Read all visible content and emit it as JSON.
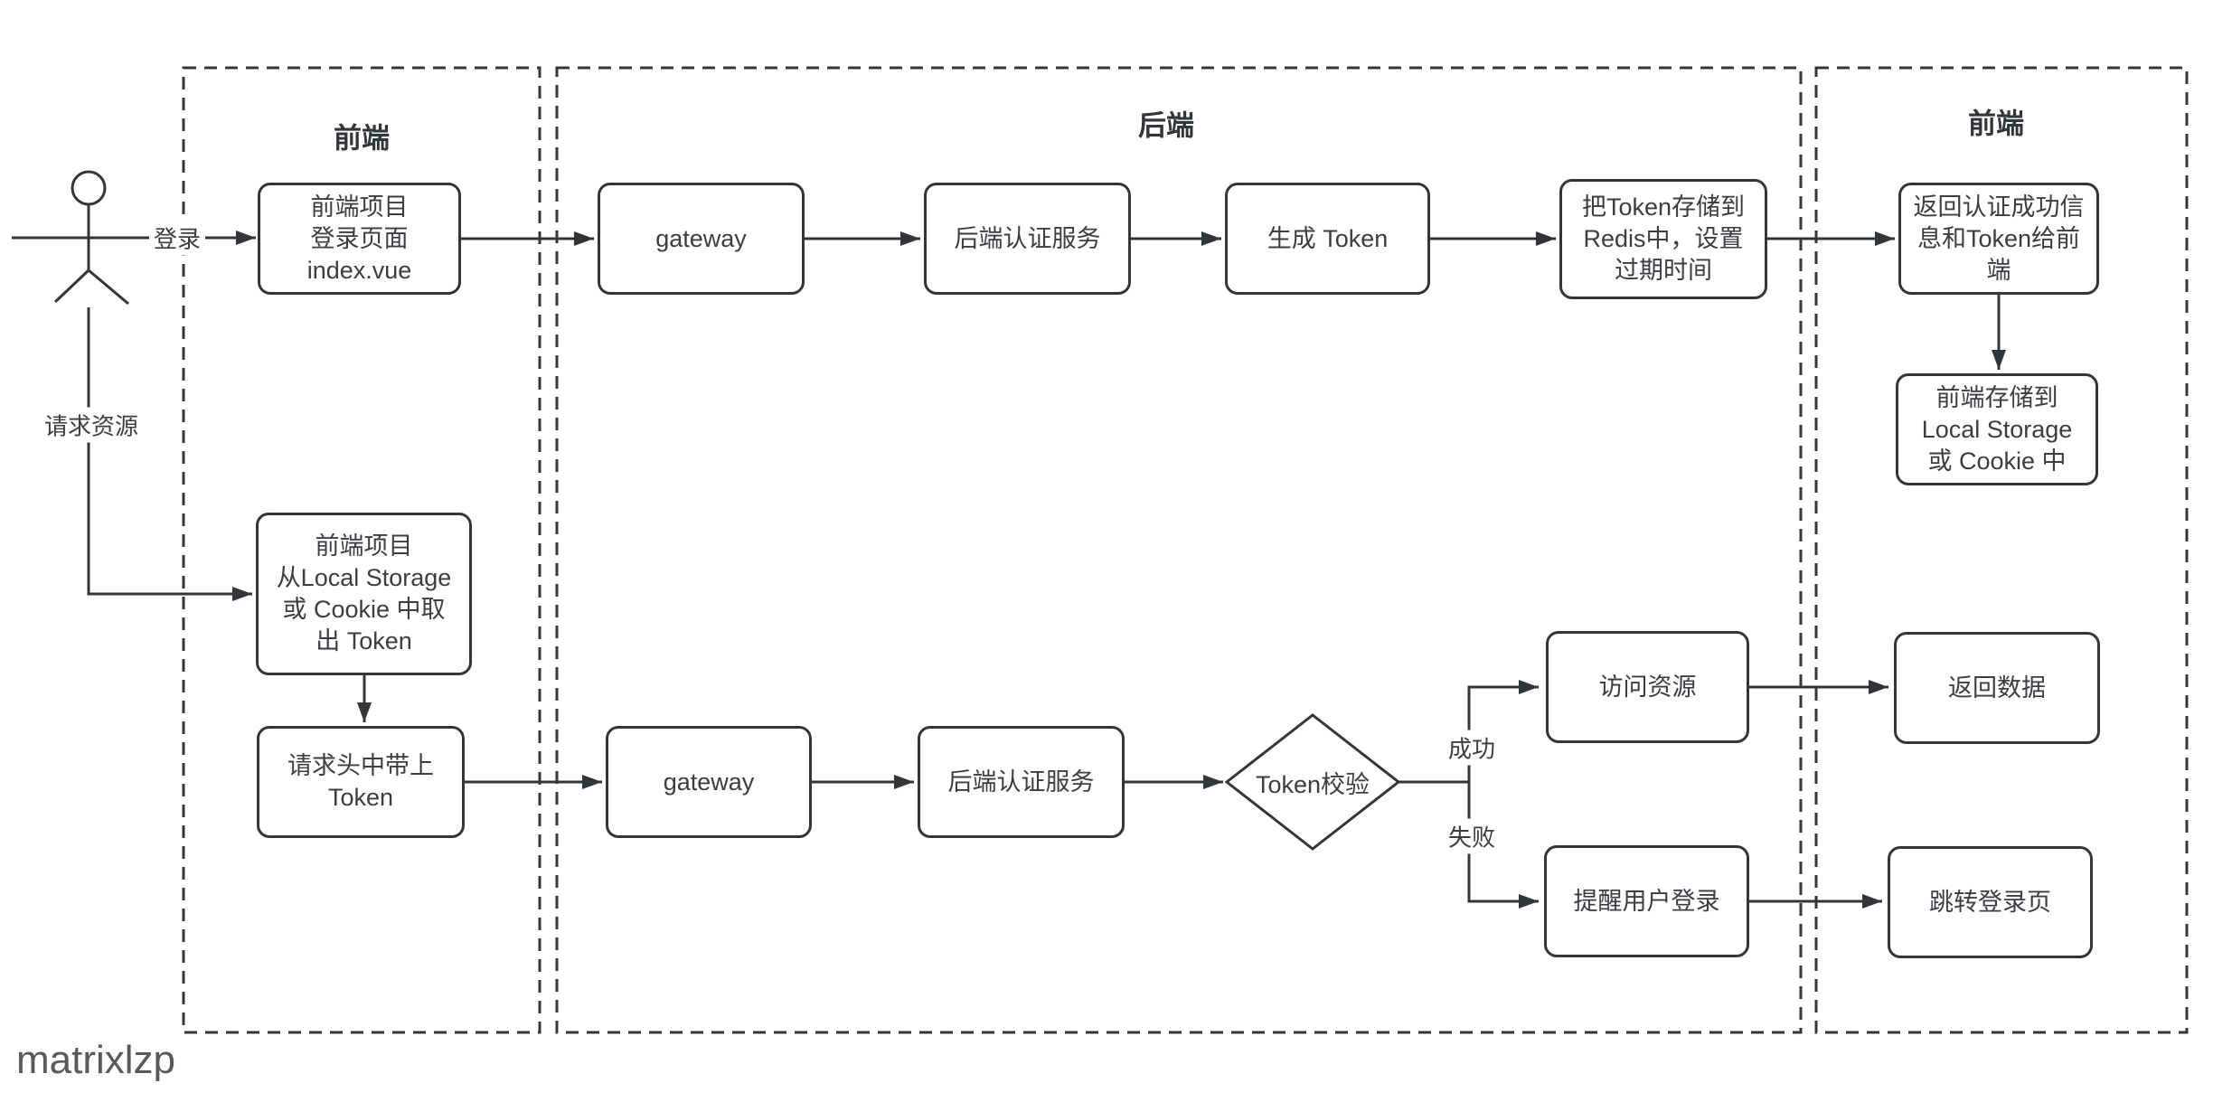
{
  "watermark": "matrixlzp",
  "colors": {
    "stroke": "#32363b",
    "text": "#3a3e43",
    "watermark": "#595959",
    "background": "#ffffff"
  },
  "swimlanes": {
    "frontend_left": "前端",
    "backend": "后端",
    "frontend_right": "前端"
  },
  "nodes": {
    "login_page": "前端项目\n登录页面\nindex.vue",
    "gateway_top": "gateway",
    "auth_service_top": "后端认证服务",
    "generate_token": "生成 Token",
    "store_token_redis": "把Token存储到\nRedis中，设置\n过期时间",
    "return_auth_success": "返回认证成功信\n息和Token给前\n端",
    "frontend_store": "前端存储到\nLocal Storage\n或 Cookie 中",
    "take_token": "前端项目\n从Local Storage\n或 Cookie 中取\n出 Token",
    "request_header_token": "请求头中带上\nToken",
    "gateway_bottom": "gateway",
    "auth_service_bottom": "后端认证服务",
    "token_check": "Token校验",
    "access_resource": "访问资源",
    "return_data": "返回数据",
    "remind_login": "提醒用户登录",
    "goto_login": "跳转登录页"
  },
  "edge_labels": {
    "login": "登录",
    "request_resource": "请求资源",
    "success": "成功",
    "fail": "失败"
  }
}
